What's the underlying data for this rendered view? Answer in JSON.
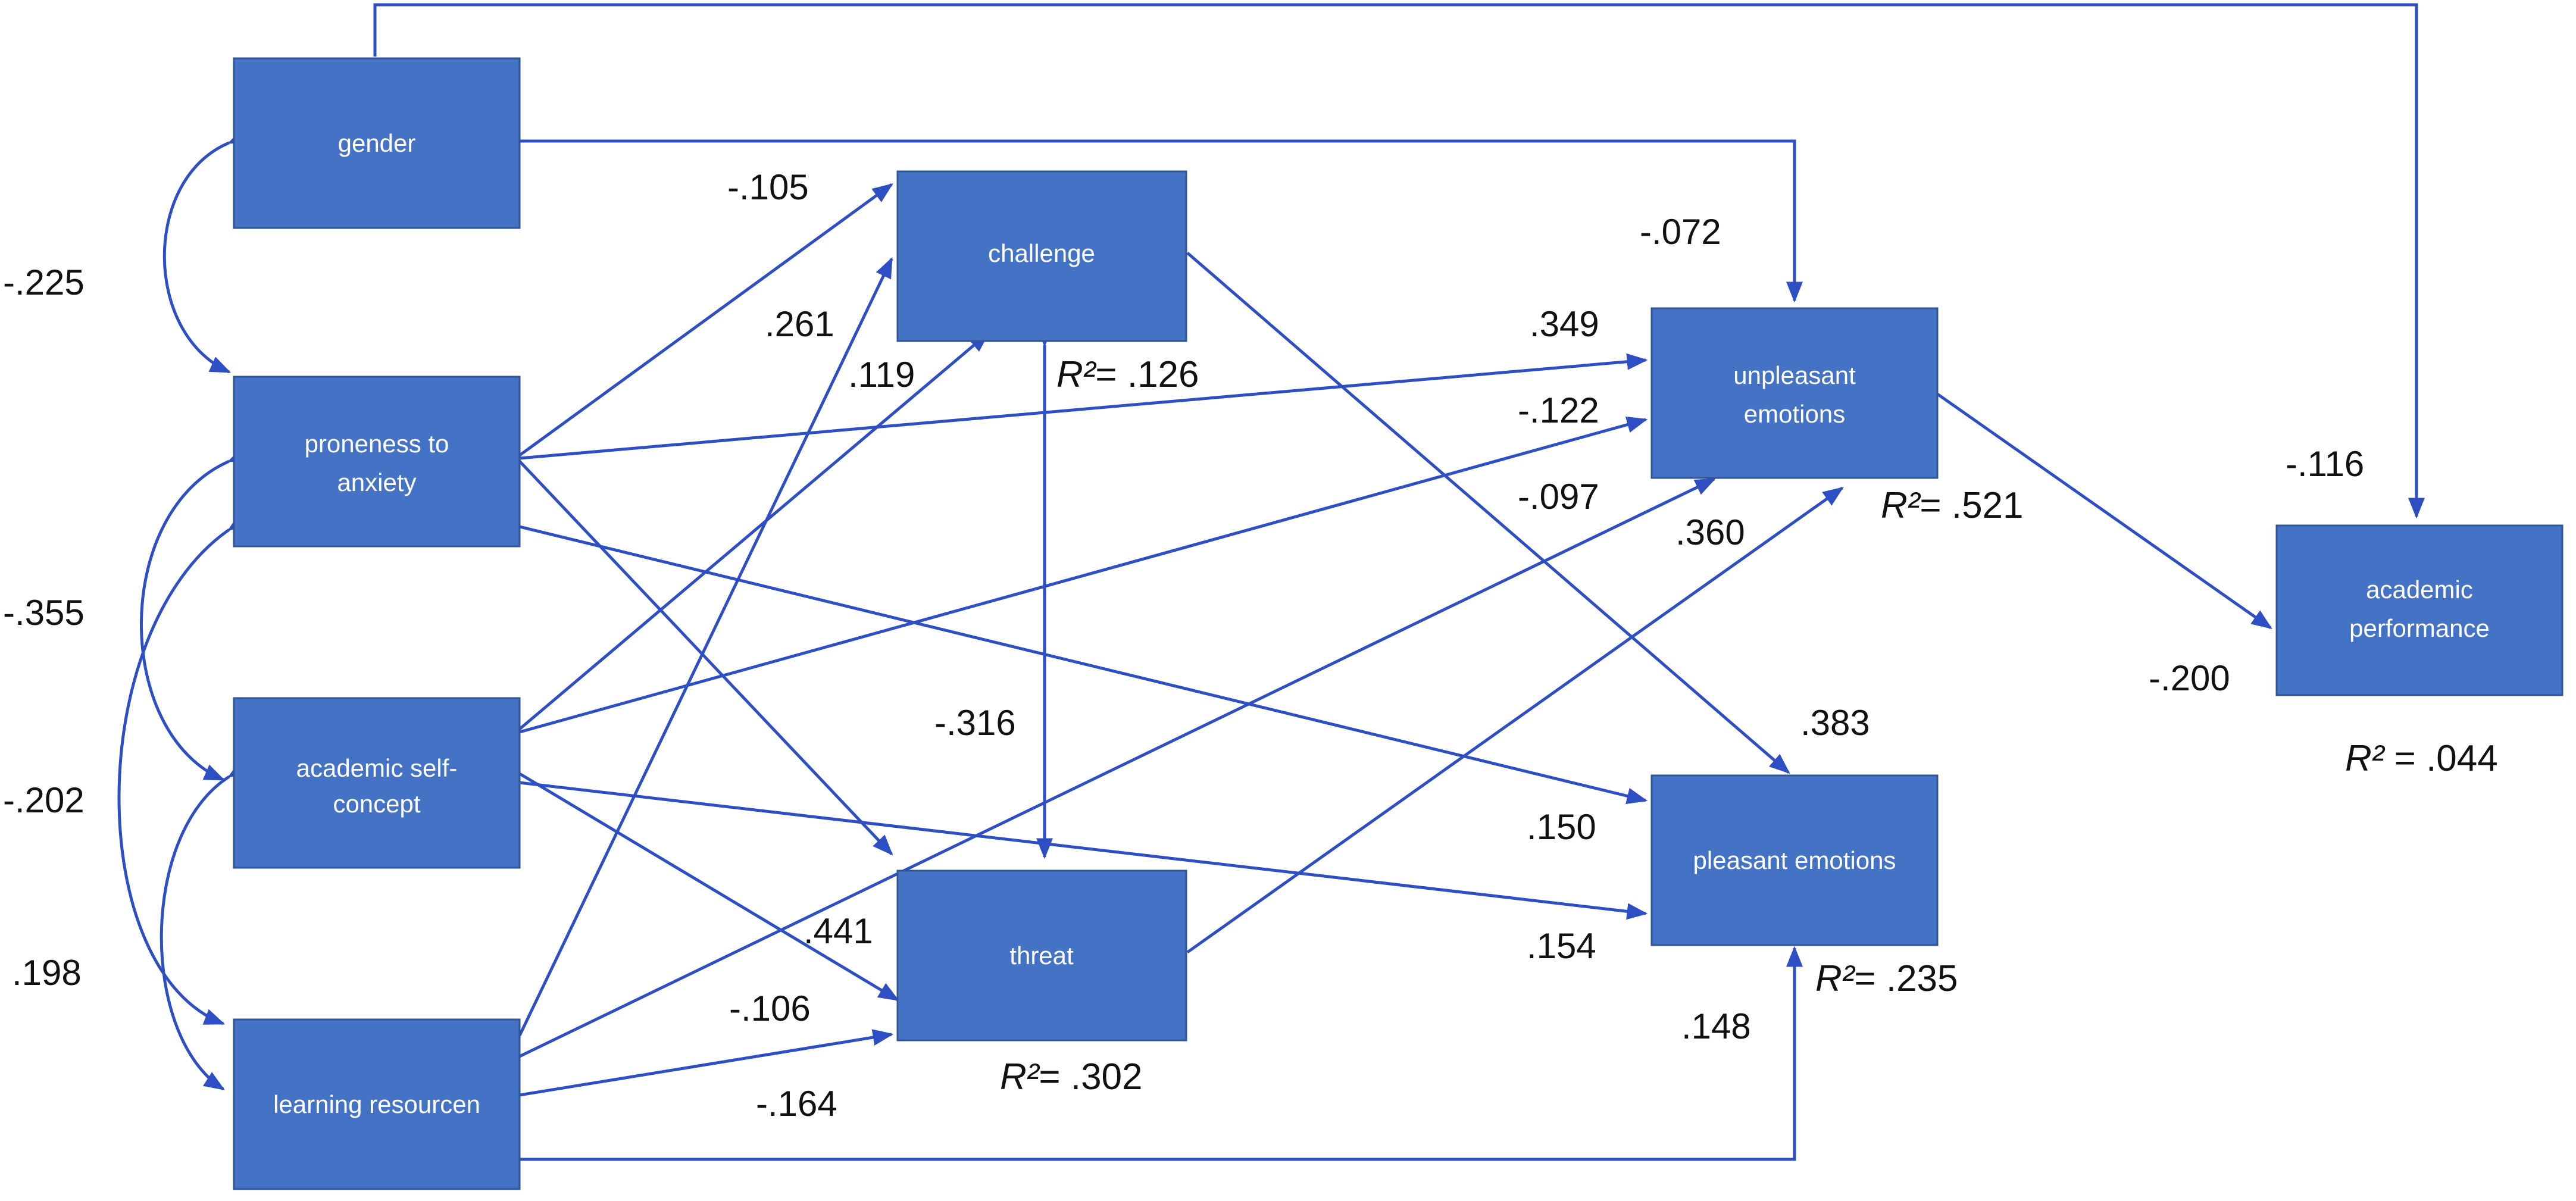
{
  "nodes": {
    "gender": {
      "label": "gender"
    },
    "anxiety": {
      "lines": [
        "proneness to",
        "anxiety"
      ]
    },
    "self_concept": {
      "lines": [
        "academic self-",
        "concept"
      ]
    },
    "learning": {
      "label": "learning resourcen"
    },
    "challenge": {
      "label": "challenge"
    },
    "threat": {
      "label": "threat"
    },
    "unpleasant": {
      "lines": [
        "unpleasant",
        "emotions"
      ]
    },
    "pleasant": {
      "label": "pleasant emotions"
    },
    "performance": {
      "lines": [
        "academic",
        "performance"
      ]
    }
  },
  "r_squared": {
    "challenge": {
      "symbol": "R²",
      "value": "= .126"
    },
    "threat": {
      "symbol": "R²",
      "value": "= .302"
    },
    "unpleasant": {
      "symbol": "R²",
      "value": "= .521"
    },
    "pleasant": {
      "symbol": "R²",
      "value": "= .235"
    },
    "performance": {
      "symbol": "R²",
      "value": " = .044"
    }
  },
  "coefficients": {
    "gender_anxiety": "-.225",
    "anxiety_self": "-.355",
    "self_learning": "-.202",
    "anxiety_learning": ".198",
    "gender_challenge": "-.105",
    "anxiety_challenge": ".261",
    "self_challenge": ".119",
    "gender_unpleasant": "-.072",
    "anxiety_unpleasant": ".349",
    "self_unpleasant": "-.122",
    "learning_unpleasant": "-.097",
    "threat_unpleasant": ".360",
    "gender_performance": "-.116",
    "unpleasant_performance": "-.200",
    "challenge_threat": "-.316",
    "challenge_pleasant": ".383",
    "anxiety_pleasant": ".150",
    "self_pleasant": ".154",
    "learning_pleasant": ".148",
    "anxiety_threat": ".441",
    "self_threat": "-.106",
    "learning_threat": "-.164"
  }
}
